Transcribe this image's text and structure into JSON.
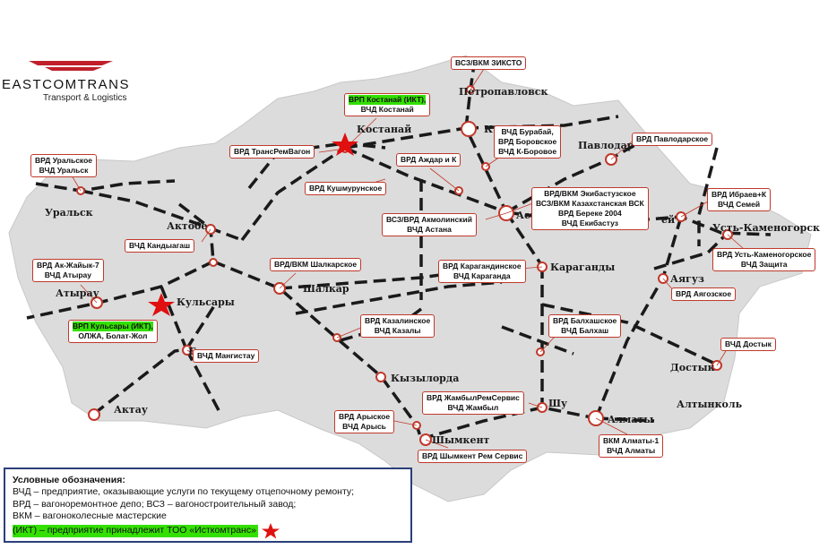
{
  "logo": {
    "name": "EASTCOMTRANS",
    "tagline": "Transport & Logistics"
  },
  "colors": {
    "map_fill": "#dcdcdc",
    "rail": "#1a1a1a",
    "station_ring": "#c0392b",
    "ikt_highlight": "#33e000",
    "star": "#e01010",
    "legend_border": "#2b3f7a"
  },
  "cities": {
    "petropavlovsk": "Петропавловск",
    "kostanay": "Костанай",
    "kokshetau": "К",
    "pavlodar": "Павлодар",
    "uralsk": "Уральск",
    "aktobe": "Актобе",
    "astana": "Аст",
    "ekibastuz_fragment": "ей",
    "ust_kamenogorsk": "Усть-Каменогорск",
    "atyrau": "Атырау",
    "kulsary": "Кульсары",
    "shalkar": "Шалкар",
    "karaganda": "Караганды",
    "ayaguz": "Аягуз",
    "beineu": "Б",
    "dostyk": "Достык",
    "kyzylorda": "Кызылорда",
    "aktau": "Актау",
    "shu": "Шу",
    "almaty": "Алматы",
    "altynkol": "Алтынколь",
    "shymkent": "Шымкент"
  },
  "labels": {
    "vsz_zikst": [
      "ВСЗ/ВКМ ЗИКСТО"
    ],
    "vrp_kostanay": [
      "ВРП Костанай (ИКТ),",
      "ВЧД Костанай"
    ],
    "burabay": [
      "ВЧД Бурабай,",
      "ВРД Боровское",
      "ВЧД К-Боровое"
    ],
    "vrd_pavlodar": [
      "ВРД Павлодарское"
    ],
    "vchd_uralsk": [
      "ВРД Уральское",
      "ВЧД Уральск"
    ],
    "transremvagon": [
      "ВРД ТрансРемВагон"
    ],
    "azhdar": [
      "ВРД Аждар и К"
    ],
    "kushmurun": [
      "ВРД Кушмурунское"
    ],
    "ekibastuz": [
      "ВРД/ВКМ Экибастузское",
      "ВСЗ/ВКМ Казахстанская ВСК",
      "ВРД Береке 2004",
      "ВЧД Екибастуз"
    ],
    "semey": [
      "ВРД Ибраев+К",
      "ВЧД Семей"
    ],
    "astana": [
      "ВСЗ/ВРД Акмолинский",
      "ВЧД Астана"
    ],
    "kandyagash": [
      "ВЧД Кандыагаш"
    ],
    "ust_kam": [
      "ВРД Усть-Каменогорское",
      "ВЧД Защита"
    ],
    "atyrau": [
      "ВРД Ак-Жайык-7",
      "ВЧД Атырау"
    ],
    "shalkar": [
      "ВРД/ВКМ Шалкарское"
    ],
    "karaganda": [
      "ВРД Карагандинское",
      "ВЧД Караганда"
    ],
    "ayaguz": [
      "ВРД Аягозское"
    ],
    "kulsary": [
      "ВРП Кульсары (ИКТ),",
      "ОЛЖА, Болат-Жол"
    ],
    "kazaly": [
      "ВРД Казалинское",
      "ВЧД Казалы"
    ],
    "balkhash": [
      "ВРД Балхашское",
      "ВЧД Балхаш"
    ],
    "mangistau": [
      "ВЧД Мангистау"
    ],
    "dostyk": [
      "ВЧД Достык"
    ],
    "zhambyl": [
      "ВРД ЖамбылРемСервис",
      "ВЧД Жамбыл"
    ],
    "arys": [
      "ВРД Арыское",
      "ВЧД Арысь"
    ],
    "almaty": [
      "ВКМ Алматы-1",
      "ВЧД Алматы"
    ],
    "shymkent": [
      "ВРД Шымкент Рем Сервис"
    ]
  },
  "legend": {
    "title": "Условные обозначения:",
    "rows": [
      "ВЧД – предприятие, оказывающие услуги по текущему отцепочному ремонту;",
      "ВРД – вагоноремонтное депо; ВСЗ – вагоностроительный завод;",
      "ВКМ – вагоноколесные мастерские",
      "(ИКТ) – предприятие принадлежит ТОО «Исткомтранс»"
    ]
  }
}
